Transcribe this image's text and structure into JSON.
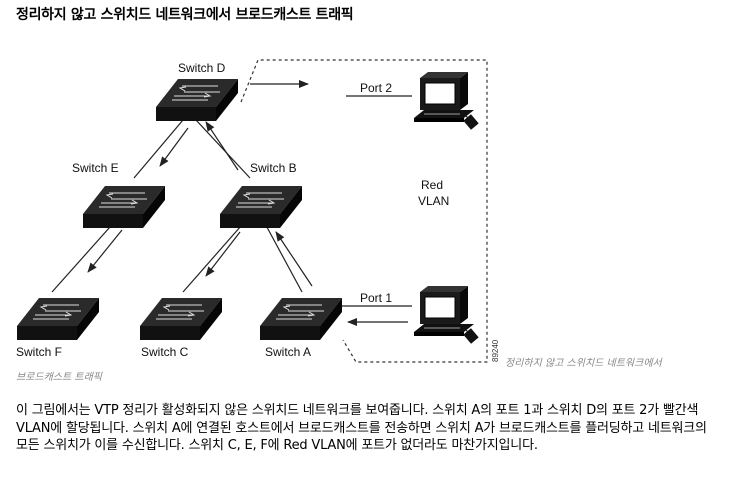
{
  "title": "정리하지 않고 스위치드 네트워크에서 브로드캐스트 트래픽",
  "diagram": {
    "switch_d": "Switch D",
    "switch_e": "Switch E",
    "switch_b": "Switch B",
    "switch_f": "Switch F",
    "switch_c": "Switch C",
    "switch_a": "Switch A",
    "port_2": "Port 2",
    "port_1": "Port 1",
    "vlan_line1": "Red",
    "vlan_line2": "VLAN",
    "figure_id": "89240"
  },
  "caption_left": "브로드캐스트 트래픽",
  "caption_right": "정리하지 않고 스위치드 네트워크에서",
  "description": "이 그림에서는 VTP 정리가 활성화되지 않은 스위치드 네트워크를 보여줍니다. 스위치 A의 포트 1과 스위치 D의 포트 2가 빨간색 VLAN에 할당됩니다. 스위치 A에 연결된 호스트에서 브로드캐스트를 전송하면 스위치 A가 브로드캐스트를 플러딩하고 네트워크의 모든 스위치가 이를 수신합니다. 스위치 C, E, F에 Red VLAN에 포트가 없더라도 마찬가지입니다."
}
